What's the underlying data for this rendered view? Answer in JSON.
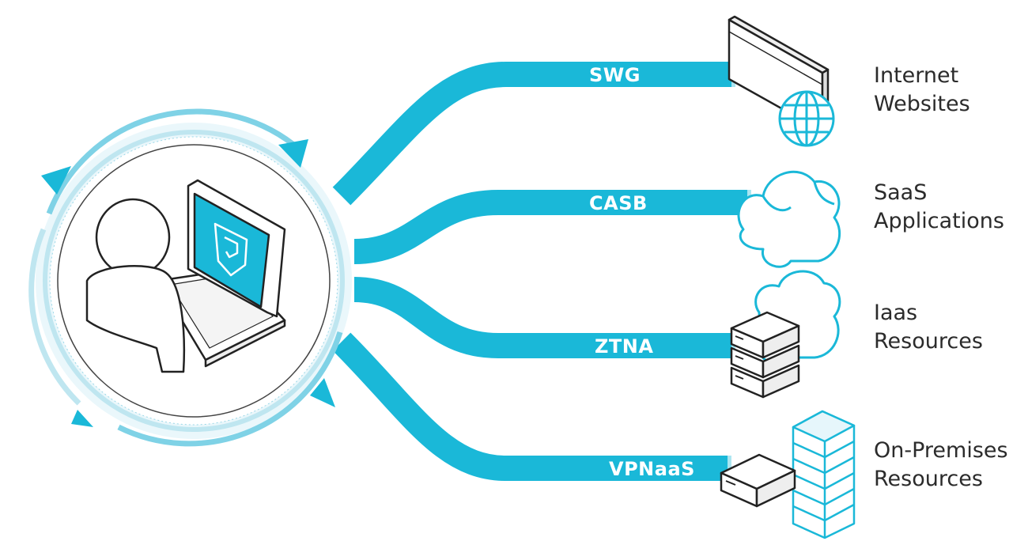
{
  "colors": {
    "accent": "#1ab8d8",
    "accent_light": "#d4f0f7",
    "outline": "#222222"
  },
  "channels": [
    {
      "label": "SWG",
      "icon": "browser-globe-icon"
    },
    {
      "label": "CASB",
      "icon": "cloud-icon"
    },
    {
      "label": "ZTNA",
      "icon": "server-cloud-icon"
    },
    {
      "label": "VPNaaS",
      "icon": "server-building-icon"
    }
  ],
  "destinations": [
    {
      "line1": "Internet",
      "line2": "Websites"
    },
    {
      "line1": "SaaS",
      "line2": "Applications"
    },
    {
      "line1": "Iaas",
      "line2": "Resources"
    },
    {
      "line1": "On-Premises",
      "line2": "Resources"
    }
  ],
  "user": {
    "icon": "user-laptop-icon",
    "screen_logo": "shield-logo-icon"
  }
}
